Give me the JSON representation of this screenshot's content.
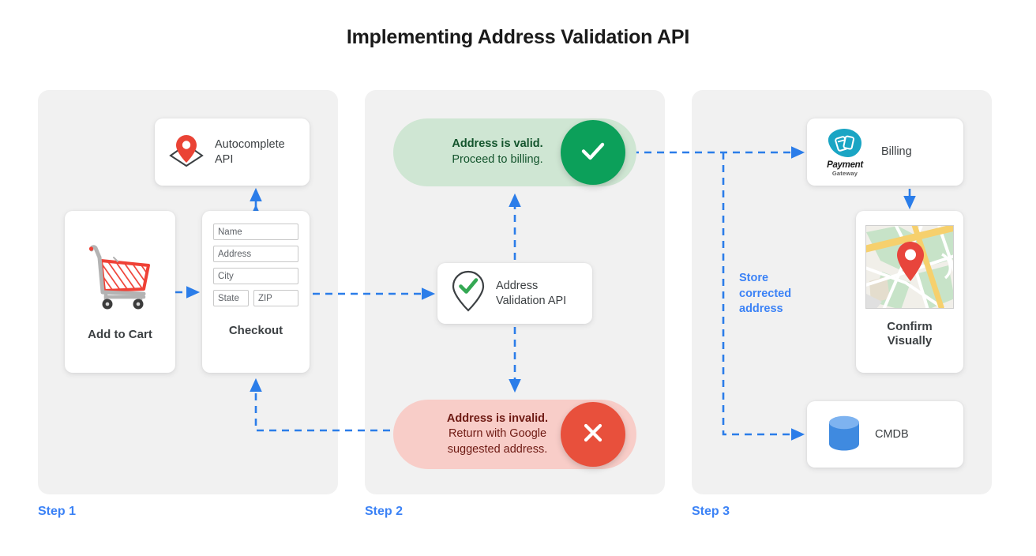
{
  "page": {
    "title": "Implementing Address Validation API",
    "accent_blue": "#3b82f6",
    "panel_bg": "#f1f1f1",
    "green": "#0ca05a",
    "red": "#e8503c",
    "valid_pill_bg": "#cfe6d3",
    "invalid_pill_bg": "#f8cdc8"
  },
  "steps": [
    {
      "label": "Step 1"
    },
    {
      "label": "Step 2"
    },
    {
      "label": "Step 3"
    }
  ],
  "step1": {
    "autocomplete": {
      "label": "Autocomplete\nAPI",
      "line1": "Autocomplete",
      "line2": "API",
      "icon": "map-pin-diamond-icon"
    },
    "add_to_cart": {
      "title": "Add to Cart",
      "icon": "shopping-cart-icon"
    },
    "checkout": {
      "title": "Checkout",
      "fields": [
        {
          "name": "name",
          "placeholder": "Name"
        },
        {
          "name": "address",
          "placeholder": "Address"
        },
        {
          "name": "city",
          "placeholder": "City"
        },
        {
          "name": "state",
          "placeholder": "State"
        },
        {
          "name": "zip",
          "placeholder": "ZIP"
        }
      ]
    }
  },
  "step2": {
    "valid": {
      "strong": "Address is valid.",
      "sub": "Proceed to billing.",
      "icon": "check-icon",
      "circle_color": "#0ca05a"
    },
    "invalid": {
      "strong": "Address is invalid.",
      "sub_line1": "Return with Google",
      "sub_line2": "suggested address.",
      "icon": "close-icon",
      "circle_color": "#e8503c"
    },
    "validation_api": {
      "line1": "Address",
      "line2": "Validation API",
      "icon": "pin-check-icon"
    }
  },
  "step3": {
    "billing": {
      "label": "Billing",
      "logo_line1": "Payment",
      "logo_line2": "Gateway",
      "icon": "payment-gateway-logo"
    },
    "confirm": {
      "title_line1": "Confirm",
      "title_line2": "Visually",
      "icon": "map-thumbnail-icon"
    },
    "cmdb": {
      "label": "CMDB",
      "icon": "database-icon"
    },
    "store_note": {
      "line1": "Store",
      "line2": "corrected",
      "line3": "address"
    }
  }
}
